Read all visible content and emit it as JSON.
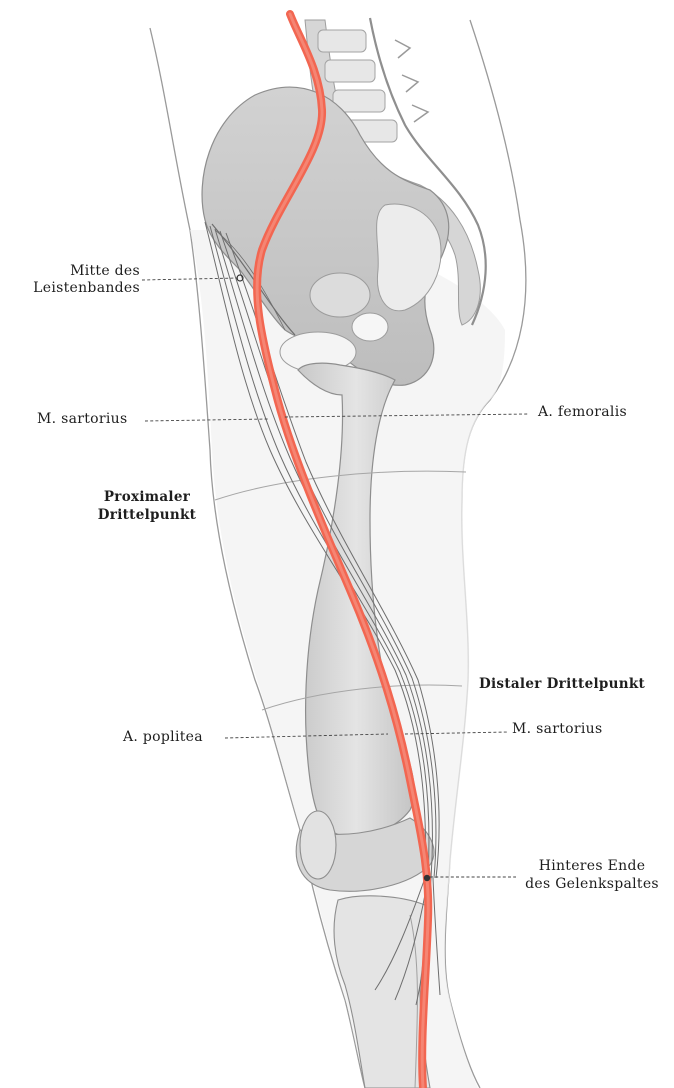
{
  "labels": {
    "mitte_des": "Mitte des",
    "leistenbandes": "Leistenbandes",
    "sartorius_upper": "M. sartorius",
    "femoralis": "A. femoralis",
    "proximaler": "Proximaler",
    "drittelpunkt": "Drittelpunkt",
    "distaler": "Distaler Drittelpunkt",
    "poplitea": "A. poplitea",
    "sartorius_lower": "M. sartorius",
    "hinteres": "Hinteres Ende",
    "gelenkspalte": "des Gelenkspaltes"
  },
  "colors": {
    "artery": "#f26651",
    "bone": "#cfcfcf",
    "body_outline": "#9a9a9a",
    "muscle": "#6e6e6e",
    "background": "#ffffff"
  }
}
